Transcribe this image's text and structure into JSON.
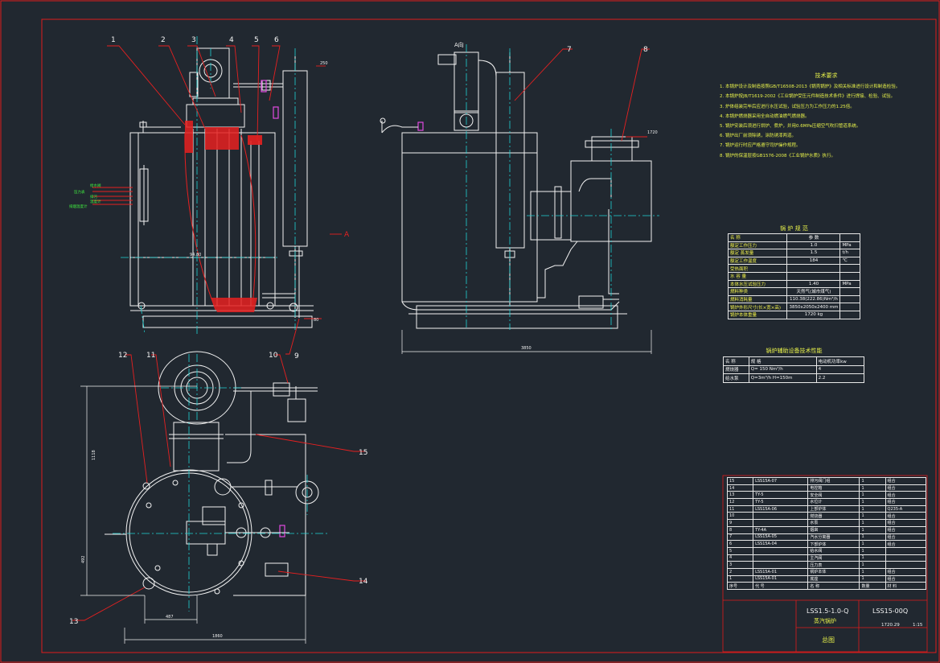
{
  "colors": {
    "background": "#212830",
    "frame": "#e01b1b",
    "outline": "#f2f2f2",
    "centerline": "#21d4d4",
    "pipe": "#f2f2f2",
    "hatch": "#e62020",
    "leader": "#e62020",
    "annotation": "#e6f04a",
    "valve_accent": "#e04ae0",
    "text_green": "#40f040"
  },
  "part_labels": [
    "1",
    "2",
    "3",
    "4",
    "5",
    "6",
    "7",
    "8",
    "9",
    "10",
    "11",
    "12",
    "13",
    "14",
    "15"
  ],
  "view_labels": {
    "section_arrow": "A",
    "top_view_arrow": "A向"
  },
  "dimensions": {
    "front_width_small": "94.80",
    "side_overall": "3850",
    "top_height": "1118",
    "top_left": "492",
    "top_bottom_inner": "487",
    "top_bottom_overall": "1860",
    "pipe_top": "250",
    "pipe_right": "1720",
    "pipe_bottom": "80"
  },
  "side_callouts": [
    "给水阀",
    "压力表",
    "排污",
    "温度计",
    "排烟温度计"
  ],
  "tech_notes": {
    "heading": "技术要求",
    "items": [
      "1. 本锅炉设计及制造按照GB/T16508-2013《锅壳锅炉》及相关标准进行设计和制造检验。",
      "2. 本锅炉按JB/T1619-2002《工业锅炉受压元件制造技术条件》进行焊接、检验、试验。",
      "3. 炉体组装完毕后应进行水压试验，试验压力为工作压力的1.25倍。",
      "4. 本锅炉燃烧器采用全自动燃油燃气燃烧器。",
      "5. 锅炉安装后须进行烘炉、煮炉，并用0.6MPa压缩空气吹扫管道系统。",
      "6. 锅炉出厂前须除锈，涂防锈漆两道。",
      "7. 锅炉运行时应严格遵守司炉操作规程。",
      "8. 锅炉的保温层按GB1576-2008《工业锅炉水质》执行。"
    ]
  },
  "spec_table": {
    "title": "锅 炉 规 范",
    "header": [
      "名 称",
      "参 数",
      ""
    ],
    "rows": [
      [
        "额定工作压力",
        "1.0",
        "MPa"
      ],
      [
        "额定 蒸发量",
        "1.5",
        "t/h"
      ],
      [
        "额定工作温度",
        "184",
        "℃"
      ],
      [
        "受热面积",
        "",
        ""
      ],
      [
        "水 容 量",
        "",
        ""
      ],
      [
        "本体水压试验压力",
        "1.40",
        "MPa"
      ],
      [
        "燃料种类",
        "天然气(城市煤气)",
        ""
      ],
      [
        "燃料消耗量",
        "110.38(222.86)Nm³/h",
        ""
      ],
      [
        "锅炉外形尺寸(长×宽×高)",
        "3850x2050x2400 mm",
        ""
      ],
      [
        "锅炉本体重量",
        "1720 kg",
        ""
      ]
    ]
  },
  "equip_table": {
    "title": "锅炉辅助设备技术性能",
    "header": [
      "名 称",
      "规 格",
      "电动机功率kw"
    ],
    "rows": [
      [
        "燃烧器",
        "Q= 150 Nm³/h",
        "4"
      ],
      [
        "给水泵",
        "Q=3m³/h    H=150m",
        "2.2"
      ]
    ]
  },
  "bom_table": {
    "rows": [
      [
        "15",
        "LSS15A-07",
        "排污阀门组",
        "1",
        "组合"
      ],
      [
        "14",
        "",
        "电控箱",
        "1",
        "组合"
      ],
      [
        "13",
        "TY-5",
        "安全阀",
        "1",
        "组合"
      ],
      [
        "12",
        "TY-5",
        "水位计",
        "1",
        "组合"
      ],
      [
        "11",
        "LSS15A-06",
        "上部炉体",
        "1",
        "Q235-A"
      ],
      [
        "10",
        "",
        "燃烧器",
        "1",
        "组合"
      ],
      [
        "9",
        "",
        "水泵",
        "1",
        "组合"
      ],
      [
        "8",
        "TY-4A",
        "烟囱",
        "1",
        "组合"
      ],
      [
        "7",
        "LSS15A-05",
        "汽水分离器",
        "1",
        "组合"
      ],
      [
        "6",
        "LSS15A-04",
        "下部炉体",
        "1",
        "组合"
      ],
      [
        "5",
        "",
        "给水阀",
        "1",
        ""
      ],
      [
        "4",
        "",
        "主汽阀",
        "1",
        ""
      ],
      [
        "3",
        "",
        "压力表",
        "1",
        ""
      ],
      [
        "2",
        "LSS15A-01",
        "锅炉本体",
        "1",
        "组合"
      ],
      [
        "1",
        "LSS15A-01",
        "底座",
        "1",
        "组合"
      ],
      [
        "序号",
        "代 号",
        "名 称",
        "数量",
        "材 料"
      ]
    ]
  },
  "title_block": {
    "drawing_name": "LSS1.5-1.0-Q",
    "drawing_subtitle": "蒸汽锅炉",
    "drawing_number": "LSS15-00Q",
    "view_name": "总图",
    "weight": "1720.29",
    "scale": "1:15"
  }
}
